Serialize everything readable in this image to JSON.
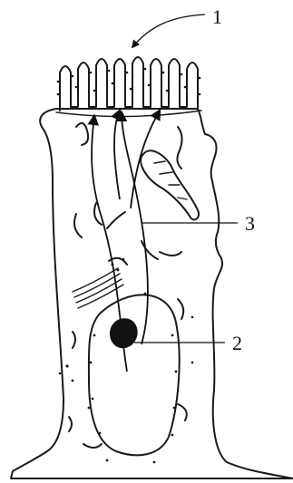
{
  "labels": {
    "label_1": "1",
    "label_2": "2",
    "label_3": "3"
  },
  "colors": {
    "ink": "#1a1a1a",
    "background": "#ffffff"
  }
}
